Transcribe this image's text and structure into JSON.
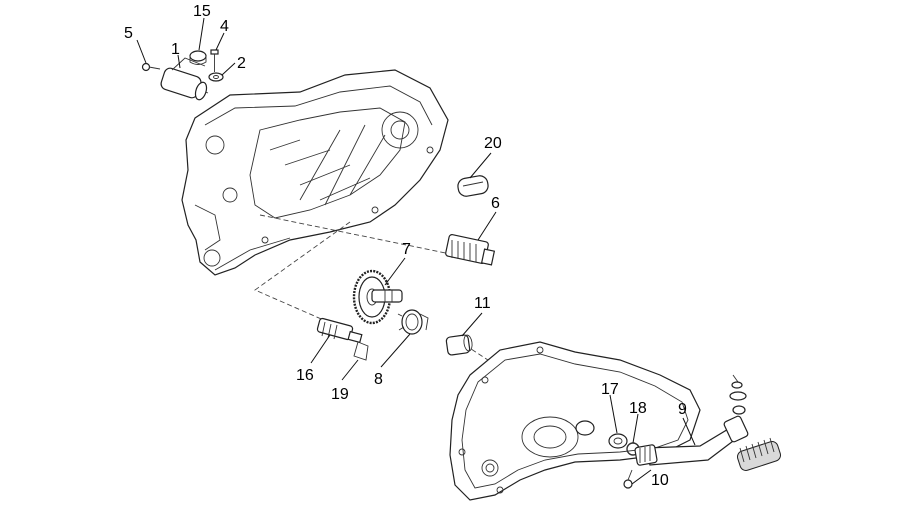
{
  "callouts": [
    {
      "id": "c1",
      "label": "1"
    },
    {
      "id": "c2",
      "label": "2"
    },
    {
      "id": "c4",
      "label": "4"
    },
    {
      "id": "c5",
      "label": "5"
    },
    {
      "id": "c6",
      "label": "6"
    },
    {
      "id": "c7",
      "label": "7"
    },
    {
      "id": "c8",
      "label": "8"
    },
    {
      "id": "c9",
      "label": "9"
    },
    {
      "id": "c10",
      "label": "10"
    },
    {
      "id": "c11",
      "label": "11"
    },
    {
      "id": "c15",
      "label": "15"
    },
    {
      "id": "c16",
      "label": "16"
    },
    {
      "id": "c17",
      "label": "17"
    },
    {
      "id": "c18",
      "label": "18"
    },
    {
      "id": "c19",
      "label": "19"
    },
    {
      "id": "c20",
      "label": "20"
    }
  ]
}
